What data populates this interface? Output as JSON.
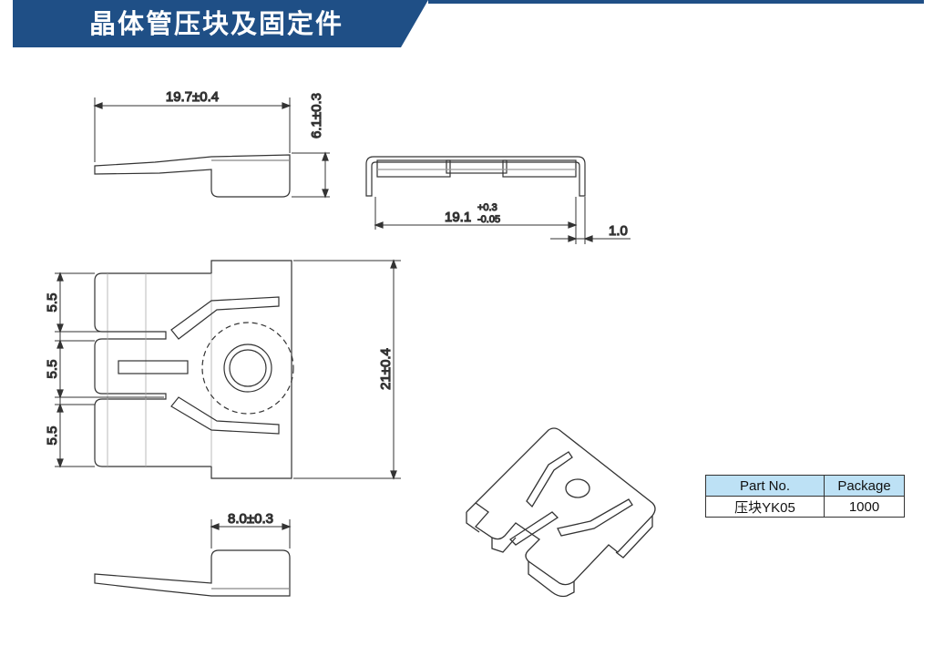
{
  "header": {
    "title": "晶体管压块及固定件",
    "colors": {
      "banner": "#1f4f86",
      "rule": "#1f4f86"
    }
  },
  "dimensions": {
    "top_length": "19.7±0.4",
    "top_height": "6.1±0.3",
    "side_width_main": "19.1",
    "side_width_tol_plus": "+0.3",
    "side_width_tol_minus": "-0.05",
    "thickness": "1.0",
    "slot_1": "5.5",
    "slot_2": "5.5",
    "slot_3": "5.5",
    "plan_height": "21±0.4",
    "bottom_length": "8.0±0.3"
  },
  "spec_table": {
    "headers": [
      "Part No.",
      "Package"
    ],
    "rows": [
      [
        "压块YK05",
        "1000"
      ]
    ]
  }
}
